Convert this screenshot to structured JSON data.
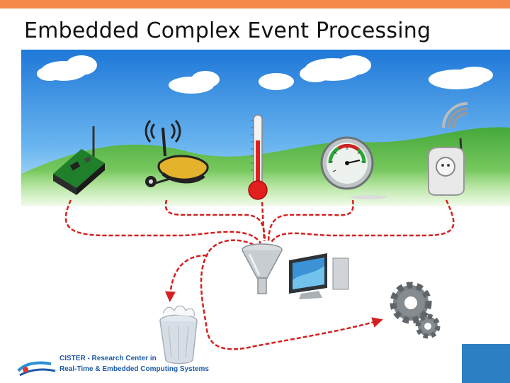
{
  "slide": {
    "title": "Embedded Complex Event Processing"
  },
  "logo": {
    "org": "CISTER",
    "line1_rest": " - Research Center in",
    "line2": "Real-Time & Embedded Computing Systems"
  },
  "colors": {
    "accent_bar": "#f4894a",
    "flow_lines": "#d42020",
    "sky": "#2f8fe0",
    "grass": "#5cc04a",
    "corner_block": "#2d7fc4"
  },
  "icons": {
    "sensors": [
      "sensor-board-icon",
      "wireless-router-icon",
      "thermometer-icon",
      "pressure-gauge-icon",
      "wireless-plug-sensor-icon"
    ],
    "processing": "funnel-icon",
    "outputs": [
      "trash-bin-icon",
      "computer-monitor-icon",
      "gears-icon"
    ]
  }
}
